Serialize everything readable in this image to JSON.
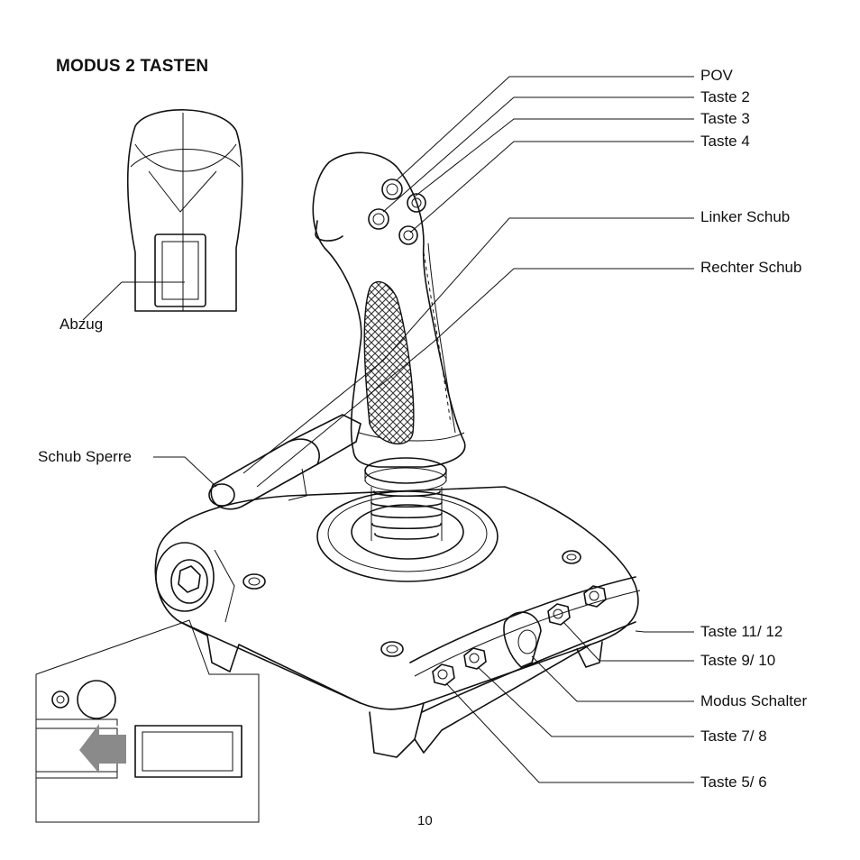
{
  "title": "MODUS 2 TASTEN",
  "page_number": "10",
  "labels": {
    "pov": "POV",
    "taste2": "Taste 2",
    "taste3": "Taste 3",
    "taste4": "Taste 4",
    "linker_schub": "Linker Schub",
    "rechter_schub": "Rechter Schub",
    "abzug": "Abzug",
    "schub_sperre": "Schub Sperre",
    "taste11_12": "Taste 11/ 12",
    "taste9_10": "Taste 9/ 10",
    "modus_schalter": "Modus Schalter",
    "taste7_8": "Taste 7/ 8",
    "taste5_6": "Taste 5/ 6"
  },
  "colors": {
    "line": "#111111",
    "arrow": "#8a8a8a",
    "grip": "#555555"
  }
}
